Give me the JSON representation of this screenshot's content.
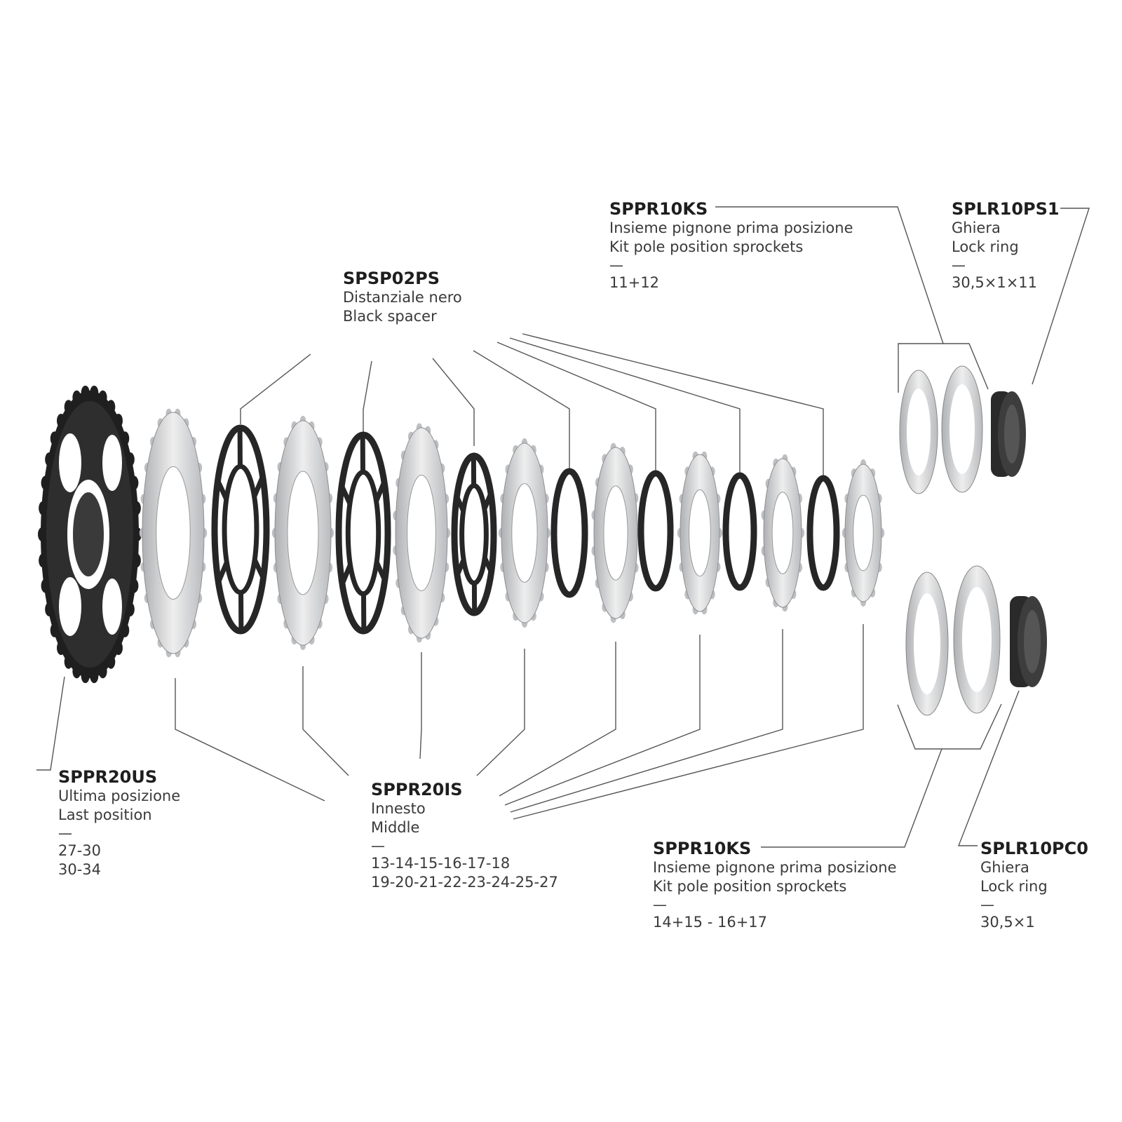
{
  "colors": {
    "line": "#555555",
    "dark_part": "#2a2a2a",
    "silver_part": "#d8d8d8"
  },
  "labels": {
    "sppr20us": {
      "code": "SPPR20US",
      "it": "Ultima posizione",
      "en": "Last position",
      "dash": "—",
      "values": [
        "27-30",
        "30-34"
      ]
    },
    "spsp02ps": {
      "code": "SPSP02PS",
      "it": "Distanziale nero",
      "en": "Black spacer"
    },
    "sppr10ks_top": {
      "code": "SPPR10KS",
      "it": "Insieme pignone prima posizione",
      "en": "Kit pole position sprockets",
      "dash": "—",
      "values": [
        "11+12"
      ]
    },
    "splr10ps1": {
      "code": "SPLR10PS1",
      "it": "Ghiera",
      "en": "Lock ring",
      "dash": "—",
      "values": [
        "30,5×1×11"
      ]
    },
    "sppr20is": {
      "code": "SPPR20IS",
      "it": "Innesto",
      "en": "Middle",
      "dash": "—",
      "values": [
        "13-14-15-16-17-18",
        "19-20-21-22-23-24-25-27"
      ]
    },
    "sppr10ks_bottom": {
      "code": "SPPR10KS",
      "it": "Insieme pignone prima posizione",
      "en": "Kit pole position sprockets",
      "dash": "—",
      "values": [
        "14+15 - 16+17"
      ]
    },
    "splr10pc0": {
      "code": "SPLR10PC0",
      "it": "Ghiera",
      "en": "Lock ring",
      "dash": "—",
      "values": [
        "30,5×1"
      ]
    }
  }
}
